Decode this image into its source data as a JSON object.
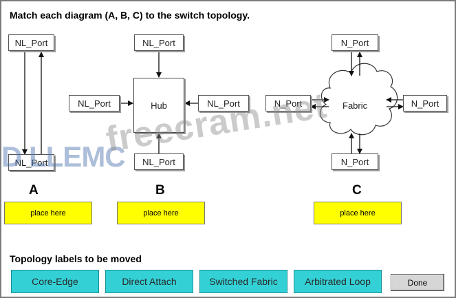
{
  "instruction": "Match each diagram (A, B, C) to the switch topology.",
  "diagram_a": {
    "letter": "A",
    "top_node": "NL_Port",
    "bottom_node": "NL_Port"
  },
  "diagram_b": {
    "letter": "B",
    "center": "Hub",
    "top_node": "NL_Port",
    "left_node": "NL_Port",
    "right_node": "NL_Port",
    "bottom_node": "NL_Port"
  },
  "diagram_c": {
    "letter": "C",
    "center": "Fabric",
    "top_node": "N_Port",
    "left_node": "N_Port",
    "right_node": "N_Port",
    "bottom_node": "N_Port"
  },
  "drop_targets": {
    "a": "place here",
    "b": "place here",
    "c": "place here"
  },
  "labels_heading": "Topology labels to be moved",
  "labels": [
    "Core-Edge",
    "Direct Attach",
    "Switched Fabric",
    "Arbitrated Loop"
  ],
  "done_label": "Done",
  "watermarks": {
    "brand": "D LLEMC",
    "site": "freecram.net"
  },
  "colors": {
    "drop_target": "#ffff00",
    "label_button": "#33d1d6",
    "watermark_brand": "#466eaa"
  }
}
